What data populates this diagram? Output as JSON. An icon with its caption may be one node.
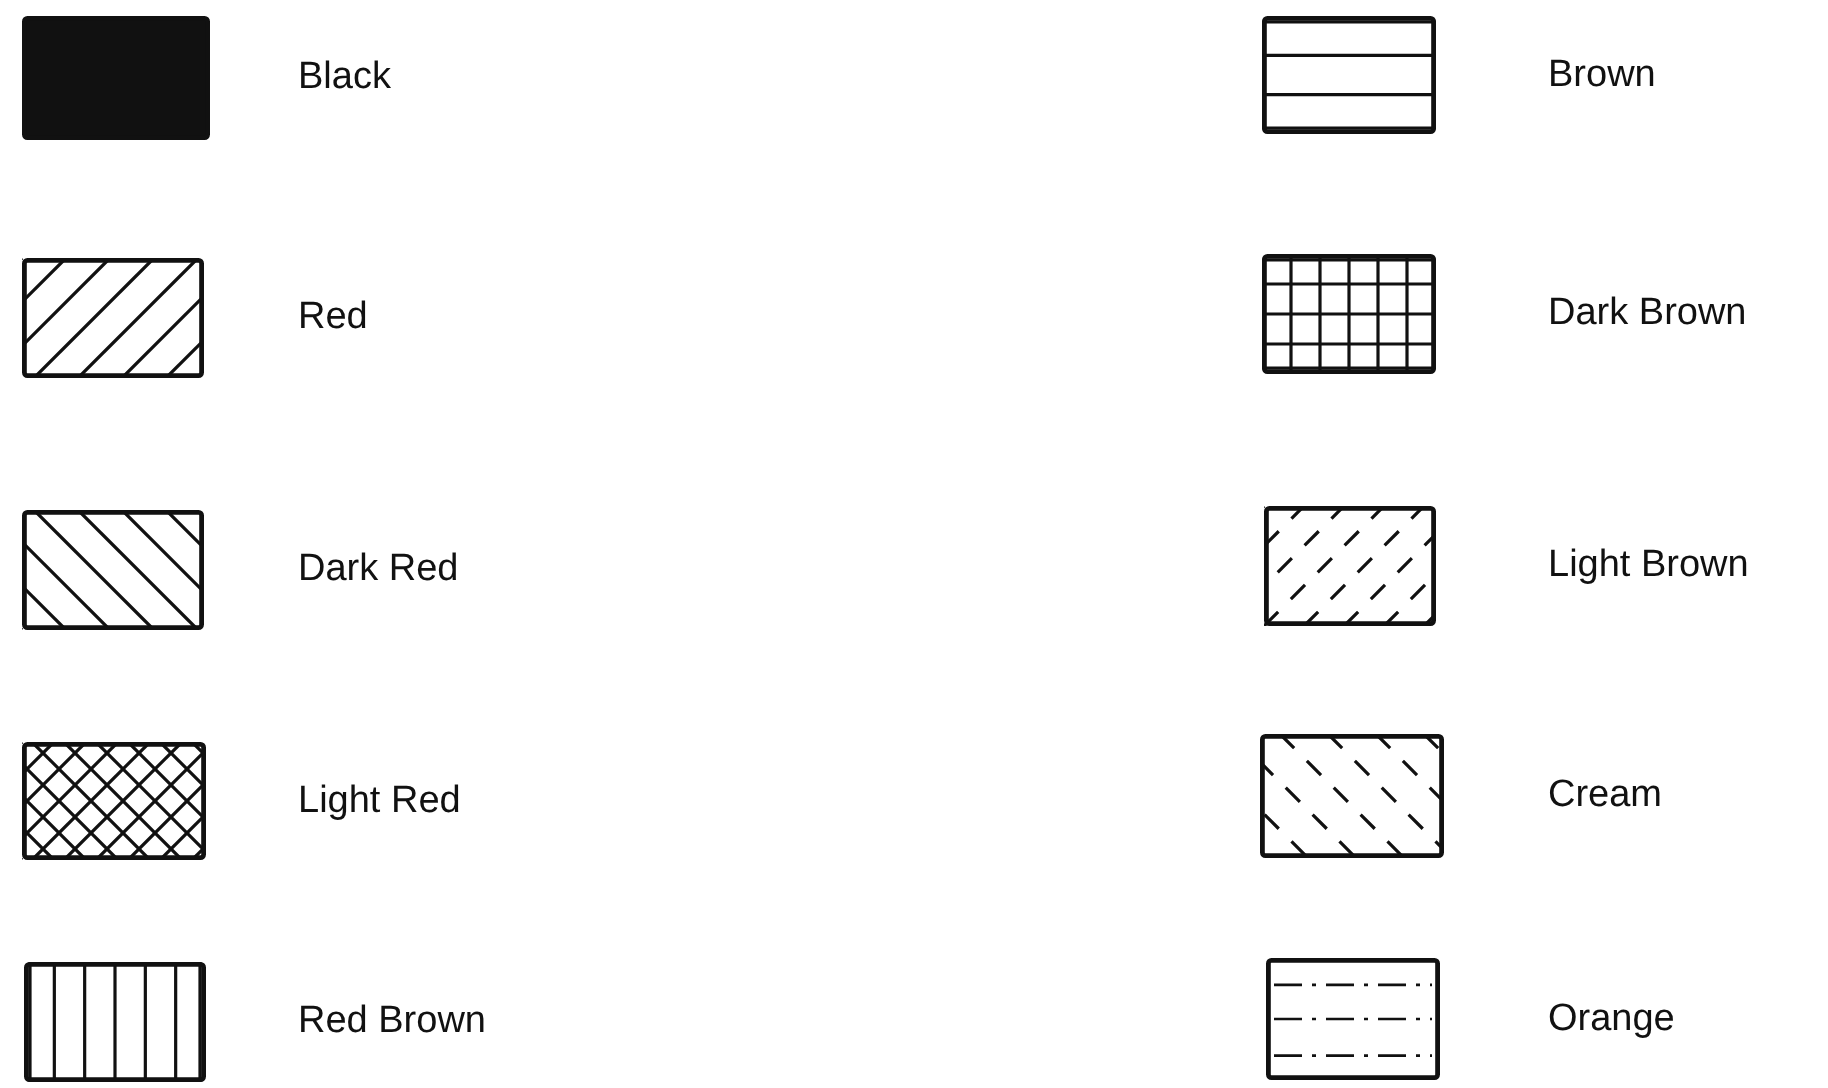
{
  "diagram": {
    "legend": [
      {
        "text": "Black"
      },
      {
        "text": "Red"
      },
      {
        "text": "Dark Red"
      },
      {
        "text": "Light Red"
      },
      {
        "text": "Red Brown"
      },
      {
        "text": "Brown"
      },
      {
        "text": "Dark Brown"
      },
      {
        "text": "Light Brown"
      },
      {
        "text": "Cream"
      },
      {
        "text": "Orange"
      }
    ]
  }
}
